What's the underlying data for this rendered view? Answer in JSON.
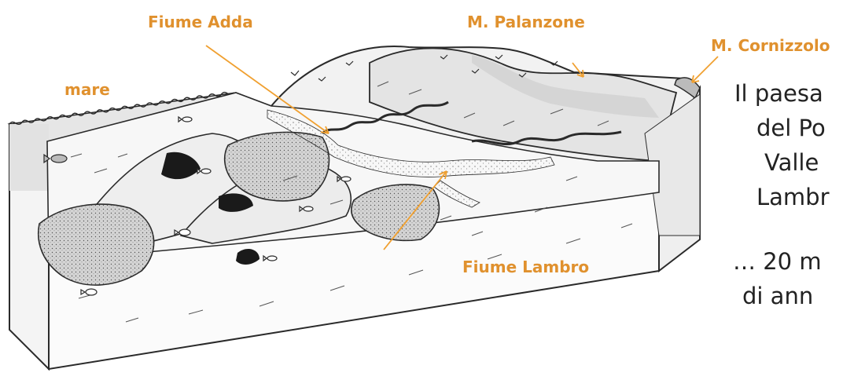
{
  "labels": {
    "fiume_adda": "Fiume Adda",
    "m_palanzone": "M. Palanzone",
    "m_cornizzolo": "M. Cornizzolo",
    "mare": "mare",
    "fiume_lambro": "Fiume Lambro"
  },
  "text_lines": [
    "Il paesa",
    "del Po",
    "Valle",
    "Lambr",
    "… 20 m",
    "di ann"
  ],
  "colors": {
    "label": "#e0912e",
    "arrow": "#f0a030",
    "ink": "#2a2a2a",
    "sea": "#e6e6e6",
    "fan": "#b8b8b8"
  }
}
